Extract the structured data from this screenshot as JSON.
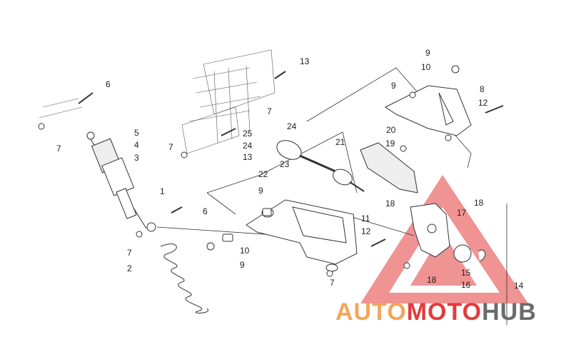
{
  "callouts": [
    "13",
    "9",
    "10",
    "6",
    "8",
    "9",
    "12",
    "7",
    "5",
    "4",
    "25",
    "24",
    "21",
    "3",
    "7",
    "24",
    "13",
    "7",
    "20",
    "19",
    "22",
    "23",
    "1",
    "9",
    "6",
    "18",
    "17",
    "18",
    "11",
    "12",
    "7",
    "10",
    "2",
    "9",
    "18",
    "15",
    "16",
    "14",
    "7"
  ],
  "watermark": {
    "part1": "AUTO",
    "part2": "MOTO",
    "part3": "HUB"
  },
  "colors": {
    "line": "#333333",
    "watermark_red": "#e23b3b",
    "watermark_orange": "#f2a65a",
    "watermark_grey": "#6b6b6b"
  }
}
